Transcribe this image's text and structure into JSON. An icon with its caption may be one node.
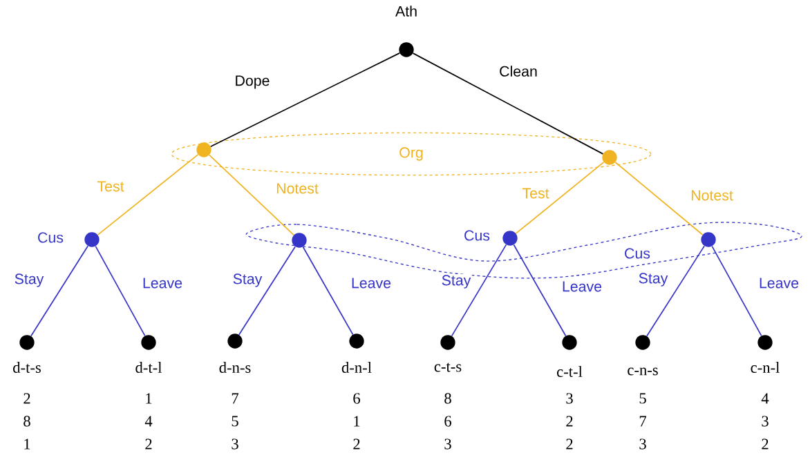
{
  "diagram": {
    "nodes": [
      {
        "text": [],
        "shape": "circle",
        "beside": [
          "Ath"
        ]
      },
      {
        "text": [
          "Org"
        ]
      },
      {
        "text": [],
        "shape": "circle",
        "in": 1
      },
      {
        "text": [],
        "shape": "circle",
        "in": 1
      },
      {
        "text": [],
        "shape": "circle",
        "beside": [
          "Cus"
        ]
      },
      {
        "text": [
          "Cus"
        ]
      },
      {
        "text": [],
        "shape": "circle",
        "in": 5
      },
      {
        "text": [],
        "shape": "circle",
        "beside": [
          "Cus"
        ]
      },
      {
        "text": [],
        "shape": "circle",
        "in": 5
      },
      {
        "text": [],
        "shape": "circle",
        "beside": [
          "d-t-s",
          "2",
          "8",
          "1"
        ]
      },
      {
        "text": [],
        "shape": "circle",
        "beside": [
          "d-t-l",
          "1",
          "4",
          "2"
        ]
      },
      {
        "text": [],
        "shape": "circle",
        "beside": [
          "d-n-s",
          "7",
          "5",
          "3"
        ]
      },
      {
        "text": [],
        "shape": "circle",
        "beside": [
          "d-n-l",
          "6",
          "1",
          "2"
        ]
      },
      {
        "text": [],
        "shape": "circle",
        "beside": [
          "c-t-s",
          "8",
          "6",
          "3"
        ]
      },
      {
        "text": [],
        "shape": "circle",
        "beside": [
          "c-t-l",
          "3",
          "2",
          "2"
        ]
      },
      {
        "text": [],
        "shape": "circle",
        "beside": [
          "c-n-s",
          "5",
          "7",
          "3"
        ]
      },
      {
        "text": [],
        "shape": "circle",
        "beside": [
          "c-n-l",
          "4",
          "3",
          "2"
        ]
      }
    ],
    "edges": [
      {
        "from": 0,
        "to": 2,
        "arrow": "none",
        "label": "Dope",
        "color": "#000000"
      },
      {
        "from": 0,
        "to": 3,
        "arrow": "none",
        "label": "Clean",
        "color": "#000000"
      },
      {
        "from": 2,
        "to": 4,
        "arrow": "none",
        "label": "Test",
        "color": "#f0b321"
      },
      {
        "from": 2,
        "to": 6,
        "arrow": "none",
        "label": "Notest",
        "color": "#f0b321"
      },
      {
        "from": 3,
        "to": 7,
        "arrow": "none",
        "label": "Test",
        "color": "#f0b321"
      },
      {
        "from": 3,
        "to": 8,
        "arrow": "none",
        "label": "Notest",
        "color": "#f0b321"
      },
      {
        "from": 4,
        "to": 9,
        "arrow": "none",
        "label": "Stay"
      },
      {
        "from": 4,
        "to": 10,
        "arrow": "none",
        "label": "Leave"
      },
      {
        "from": 6,
        "to": 11,
        "arrow": "none",
        "label": "Stay"
      },
      {
        "from": 6,
        "to": 12,
        "arrow": "none",
        "label": "Leave"
      },
      {
        "from": 7,
        "to": 13,
        "arrow": "none",
        "label": "Stay"
      },
      {
        "from": 7,
        "to": 14,
        "arrow": "none",
        "label": "Leave"
      },
      {
        "from": 8,
        "to": 15,
        "arrow": "none",
        "label": "Stay"
      },
      {
        "from": 8,
        "to": 16,
        "arrow": "none",
        "label": "Leave"
      }
    ]
  }
}
